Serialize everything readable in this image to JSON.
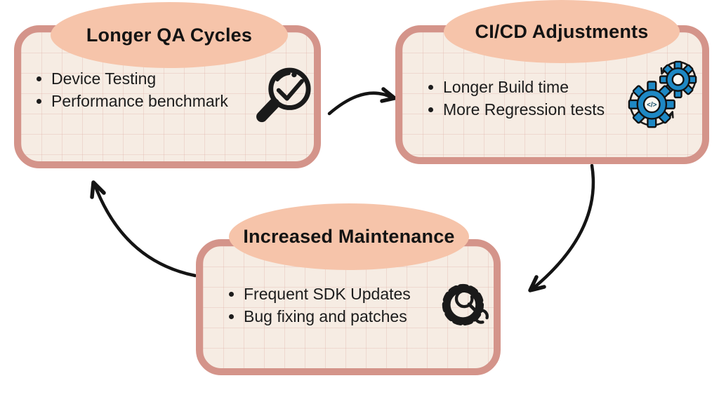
{
  "nodes": [
    {
      "id": "longer-qa-cycles",
      "title": "Longer QA Cycles",
      "bullets": [
        "Device Testing",
        "Performance benchmark"
      ],
      "icon": "magnifier-check-icon"
    },
    {
      "id": "cicd-adjustments",
      "title": "CI/CD Adjustments",
      "bullets": [
        "Longer Build time",
        "More Regression tests"
      ],
      "icon": "gears-sync-icon",
      "icon_code_label": "</>"
    },
    {
      "id": "increased-maintenance",
      "title": "Increased Maintenance",
      "bullets": [
        "Frequent SDK Updates",
        "Bug fixing and patches"
      ],
      "icon": "gear-wrench-icon"
    }
  ],
  "connections": [
    {
      "from": "longer-qa-cycles",
      "to": "cicd-adjustments"
    },
    {
      "from": "cicd-adjustments",
      "to": "increased-maintenance"
    },
    {
      "from": "increased-maintenance",
      "to": "longer-qa-cycles"
    }
  ],
  "colors": {
    "background": "#ffffff",
    "box_border": "#d4948a",
    "box_fill": "#f6ece3",
    "grid_line": "#eedcd2",
    "ellipse_fill": "#f6c4aa",
    "text": "#161616",
    "arrow": "#141414",
    "gear_blue": "#1e88c4",
    "icon_outline": "#1a1a1a"
  }
}
